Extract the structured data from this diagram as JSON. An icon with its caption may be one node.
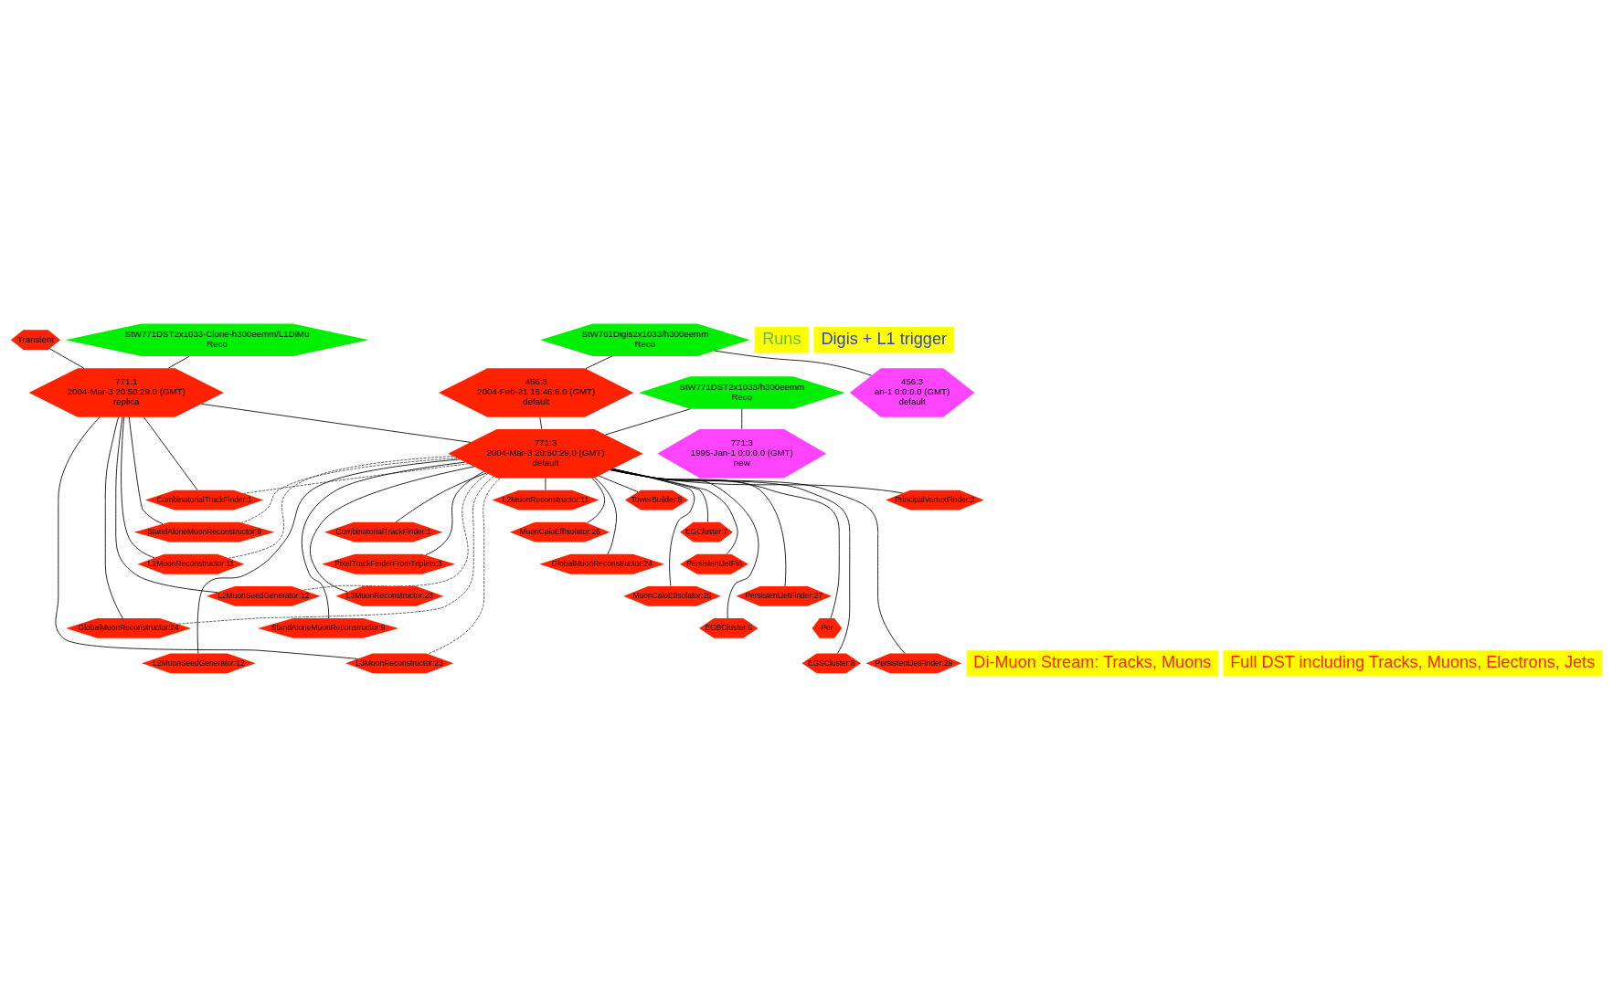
{
  "diagram": {
    "nodes": [
      {
        "text": [
          "StW771DST2x1033-Clone-h300eemm/L1DiMu",
          "Reco"
        ]
      },
      {
        "text": [
          "StW771DST2x1033/h300eemm",
          "Reco"
        ]
      },
      {
        "text": [
          "StW761Digis2x1033/h300eemm",
          "Reco"
        ]
      },
      {
        "text": [
          "Transient"
        ]
      },
      {
        "text": [
          "771:3",
          "1995-Jan-1 0:0:0.0 (GMT)",
          "new"
        ]
      },
      {
        "text": [
          "456:3",
          "an-1 0:0:0.0 (GMT)",
          "default"
        ]
      },
      {
        "text": [
          "771:1",
          "2004-Mar-3 20:50:29.0 (GMT)",
          "replica"
        ]
      },
      {
        "text": [
          "456:3",
          "2004-Feb-21 15:46:6.0 (GMT)",
          "default"
        ]
      },
      {
        "text": [
          "771:3",
          "2004-Mar-3 20:50:29.0 (GMT)",
          "default"
        ]
      },
      {
        "text": [
          "CombinatorialTrackFinder:1"
        ]
      },
      {
        "text": [
          "StandAloneMuonReconstructor:9"
        ]
      },
      {
        "text": [
          "L2MuonReconstructor:11"
        ]
      },
      {
        "text": [
          "L2MuonSeedGenerator:12"
        ]
      },
      {
        "text": [
          "GlobalMuonReconstructor:24"
        ]
      },
      {
        "text": [
          "L3MuonReconstructor:23"
        ]
      },
      {
        "text": [
          "PrincipalVertexFinder:2"
        ]
      },
      {
        "text": [
          "CombinatorialTrackFinder:1"
        ]
      },
      {
        "text": [
          "PixelTrackFinderFromTriplets:3"
        ]
      },
      {
        "text": [
          "L3MuonReconstructor:23"
        ]
      },
      {
        "text": [
          "StandAloneMuonReconstructor:9"
        ]
      },
      {
        "text": [
          "L2MuonSeedGenerator:12"
        ]
      },
      {
        "text": [
          "L2MuonReconstructor:11"
        ]
      },
      {
        "text": [
          "MuonCaloEffIsolator:26"
        ]
      },
      {
        "text": [
          "GlobalMuonReconstructor:24"
        ]
      },
      {
        "text": [
          "MuonCaloEtIsolator:25"
        ]
      },
      {
        "text": [
          "EGBCluster:6"
        ]
      },
      {
        "text": [
          "EGSCluster:8"
        ]
      },
      {
        "text": [
          "TowerBuilder:5"
        ]
      },
      {
        "text": [
          "EGCluster:7"
        ]
      },
      {
        "text": [
          "PersistentJetFin"
        ]
      },
      {
        "text": [
          "PersistentJetFinder:27"
        ]
      },
      {
        "text": [
          "Per"
        ]
      },
      {
        "text": [
          "PersistentJetFinder:29"
        ]
      }
    ],
    "edges": [
      {
        "from": 0,
        "to": 6,
        "arrow": "none"
      },
      {
        "from": 1,
        "to": 4,
        "arrow": "none"
      },
      {
        "from": 1,
        "to": 8,
        "arrow": "none"
      },
      {
        "from": 2,
        "to": 5,
        "arrow": "none"
      },
      {
        "from": 2,
        "to": 7,
        "arrow": "none"
      },
      {
        "from": 3,
        "to": 6,
        "arrow": "none"
      },
      {
        "from": 6,
        "to": 8,
        "arrow": "none"
      },
      {
        "from": 7,
        "to": 8,
        "arrow": "none"
      },
      {
        "from": 6,
        "to": 9,
        "arrow": "none"
      },
      {
        "from": 6,
        "to": 10,
        "arrow": "none"
      },
      {
        "from": 6,
        "to": 11,
        "arrow": "none"
      },
      {
        "from": 6,
        "to": 12,
        "arrow": "none"
      },
      {
        "from": 6,
        "to": 13,
        "arrow": "none"
      },
      {
        "from": 6,
        "to": 14,
        "arrow": "none"
      },
      {
        "from": 8,
        "to": 9,
        "arrow": "none",
        "style": "dashed"
      },
      {
        "from": 8,
        "to": 10,
        "arrow": "none",
        "style": "dashed"
      },
      {
        "from": 8,
        "to": 11,
        "arrow": "none",
        "style": "dashed"
      },
      {
        "from": 8,
        "to": 12,
        "arrow": "none",
        "style": "dashed"
      },
      {
        "from": 8,
        "to": 13,
        "arrow": "none",
        "style": "dashed"
      },
      {
        "from": 8,
        "to": 14,
        "arrow": "none",
        "style": "dashed"
      },
      {
        "from": 8,
        "to": 15,
        "arrow": "none"
      },
      {
        "from": 8,
        "to": 16,
        "arrow": "none"
      },
      {
        "from": 8,
        "to": 17,
        "arrow": "none"
      },
      {
        "from": 8,
        "to": 18,
        "arrow": "none"
      },
      {
        "from": 8,
        "to": 19,
        "arrow": "none"
      },
      {
        "from": 8,
        "to": 20,
        "arrow": "none"
      },
      {
        "from": 8,
        "to": 21,
        "arrow": "none"
      },
      {
        "from": 8,
        "to": 22,
        "arrow": "none"
      },
      {
        "from": 8,
        "to": 23,
        "arrow": "none"
      },
      {
        "from": 8,
        "to": 24,
        "arrow": "none"
      },
      {
        "from": 8,
        "to": 25,
        "arrow": "none"
      },
      {
        "from": 8,
        "to": 26,
        "arrow": "none"
      },
      {
        "from": 8,
        "to": 27,
        "arrow": "none"
      },
      {
        "from": 8,
        "to": 28,
        "arrow": "none"
      },
      {
        "from": 8,
        "to": 29,
        "arrow": "none"
      },
      {
        "from": 8,
        "to": 30,
        "arrow": "none"
      },
      {
        "from": 8,
        "to": 31,
        "arrow": "none"
      },
      {
        "from": 8,
        "to": 32,
        "arrow": "none"
      }
    ],
    "labels": [
      "Runs",
      "Digis + L1 trigger",
      "Di-Muon Stream: Tracks, Muons",
      "Full DST including Tracks, Muons, Electrons, Jets"
    ]
  }
}
